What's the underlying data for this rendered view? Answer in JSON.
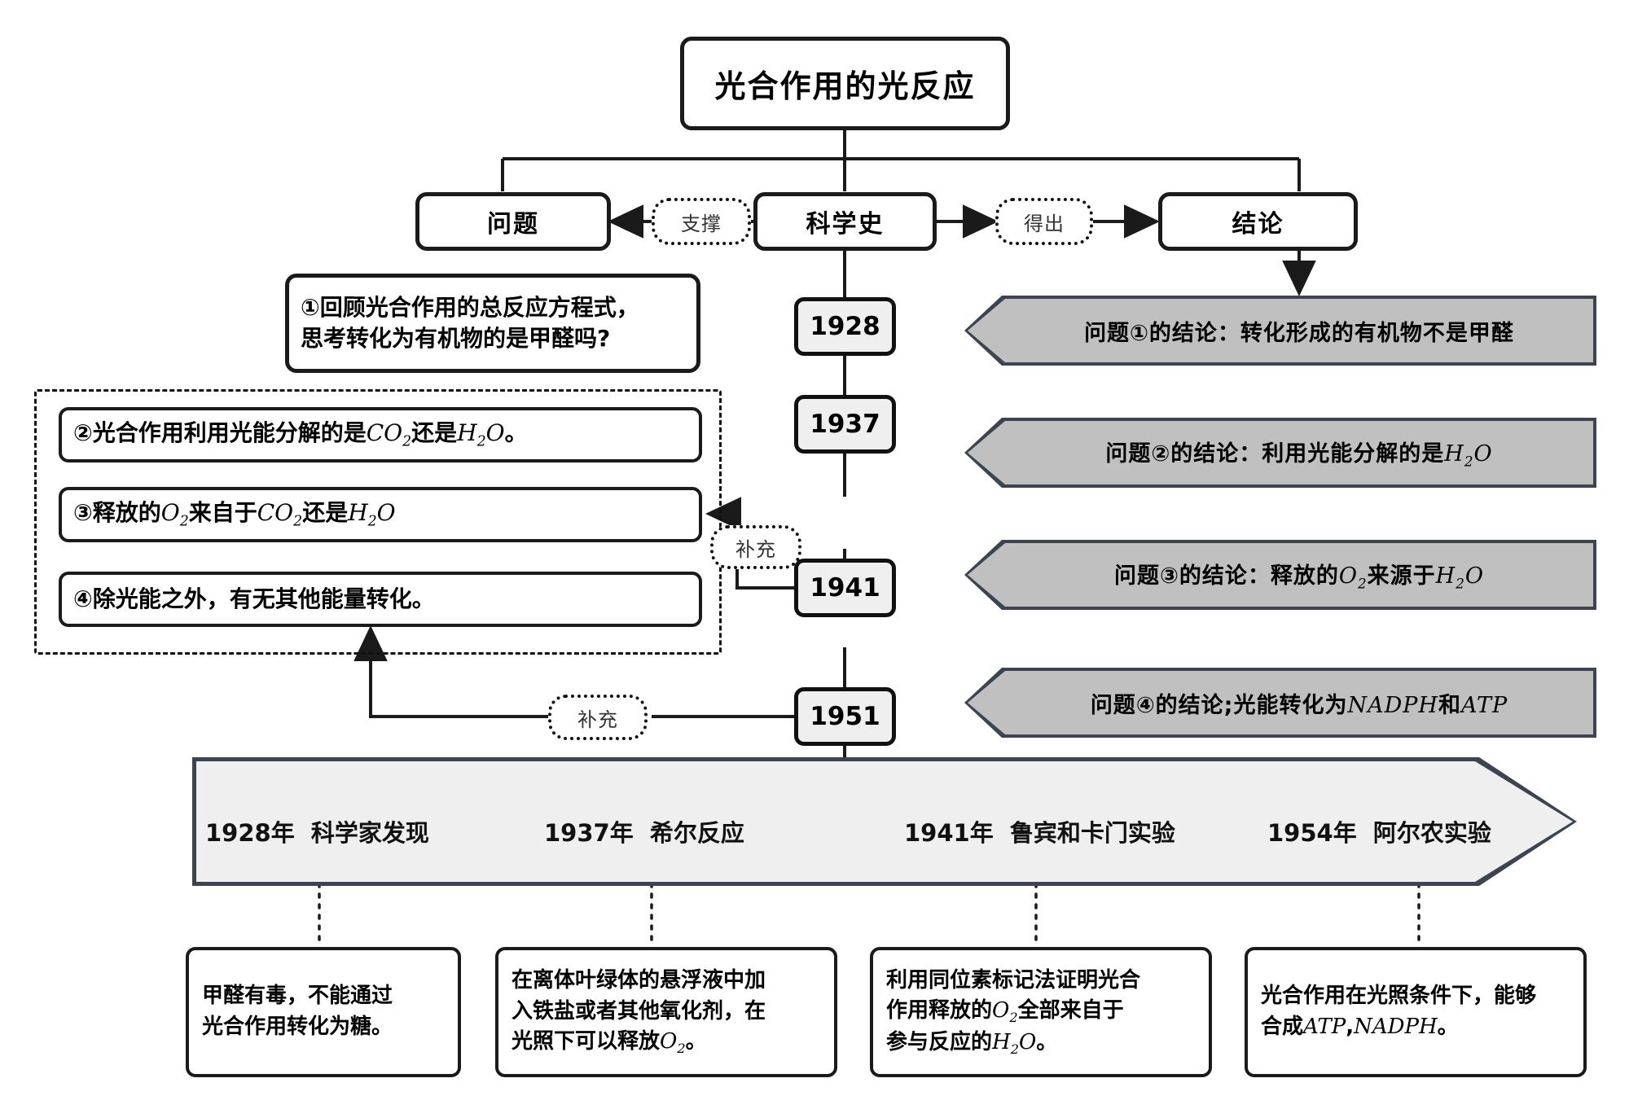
{
  "title": {
    "label": "光合作用的光反应"
  },
  "roles": {
    "problem": "问题",
    "science_history": "科学史",
    "conclusion": "结论",
    "support_label": "支撑",
    "derive_label": "得出",
    "supplement_label_1": "补充",
    "supplement_label_2": "补充"
  },
  "questions": [
    {
      "id": "q1",
      "text": "①回顾光合作用的总反应方程式，思考转化为有机物的是甲醛吗?"
    },
    {
      "id": "q2",
      "text": "②光合作用利用光能分解的是CO2还是H2O。"
    },
    {
      "id": "q3",
      "text": "③释放的O2来自于CO2还是H2O"
    },
    {
      "id": "q4",
      "text": "④除光能之外，有无其他能量转化。"
    }
  ],
  "years": [
    "1928",
    "1937",
    "1941",
    "1951"
  ],
  "conclusions": [
    {
      "id": "c1",
      "text": "问题①的结论：转化形成的有机物不是甲醛"
    },
    {
      "id": "c2",
      "text": "问题②的结论：利用光能分解的是H2O"
    },
    {
      "id": "c3",
      "text": "问题③的结论：释放的O2来源于H2O"
    },
    {
      "id": "c4",
      "text": "问题④的结论;光能转化为NADPH和ATP"
    }
  ],
  "timeline": {
    "events": [
      {
        "year": "1928年",
        "name": "科学家发现"
      },
      {
        "year": "1937年",
        "name": "希尔反应"
      },
      {
        "year": "1941年",
        "name": "鲁宾和卡门实验"
      },
      {
        "year": "1954年",
        "name": "阿尔农实验"
      }
    ]
  },
  "notes": [
    {
      "id": "n1",
      "text": "甲醛有毒，不能通过光合作用转化为糖。"
    },
    {
      "id": "n2",
      "text": "在离体叶绿体的悬浮液中加入铁盐或者其他氧化剂，在光照下可以释放O2。"
    },
    {
      "id": "n3",
      "text": "利用同位素标记法证明光合作用释放的O2全部来自于参与反应的H2O。"
    },
    {
      "id": "n4",
      "text": "光合作用在光照条件下，能够合成ATP,NADPH。"
    }
  ],
  "colors": {
    "line": "#1a1a1a",
    "banner_fill": "#c0c0c0",
    "banner_stroke": "#3b4450",
    "chip_fill": "#efefef"
  }
}
